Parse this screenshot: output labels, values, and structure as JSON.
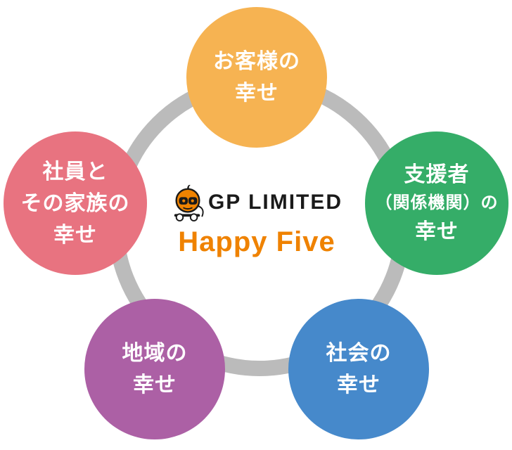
{
  "diagram_title": "Happy Five",
  "background_color": "#ffffff",
  "ring": {
    "color": "#bbbbbb"
  },
  "logo": {
    "company": "GP LIMITED",
    "company_color": "#1a1a1a",
    "tagline": "Happy Five",
    "tagline_color": "#ef8200",
    "mascot": "pumpkin-cart-mascot-icon",
    "mascot_color": "#f08300"
  },
  "circles": [
    {
      "id": "customer",
      "color": "#f6b352",
      "lines": {
        "0": "お客様の",
        "1": "幸せ"
      }
    },
    {
      "id": "supporter",
      "color": "#35ad68",
      "lines": {
        "0": "支援者",
        "1": "（関係機関）の",
        "2": "幸せ"
      }
    },
    {
      "id": "employee-family",
      "color": "#e87380",
      "lines": {
        "0": "社員と",
        "1": "その家族の",
        "2": "幸せ"
      }
    },
    {
      "id": "region",
      "color": "#ac60a5",
      "lines": {
        "0": "地域の",
        "1": "幸せ"
      }
    },
    {
      "id": "society",
      "color": "#4689cb",
      "lines": {
        "0": "社会の",
        "1": "幸せ"
      }
    }
  ]
}
